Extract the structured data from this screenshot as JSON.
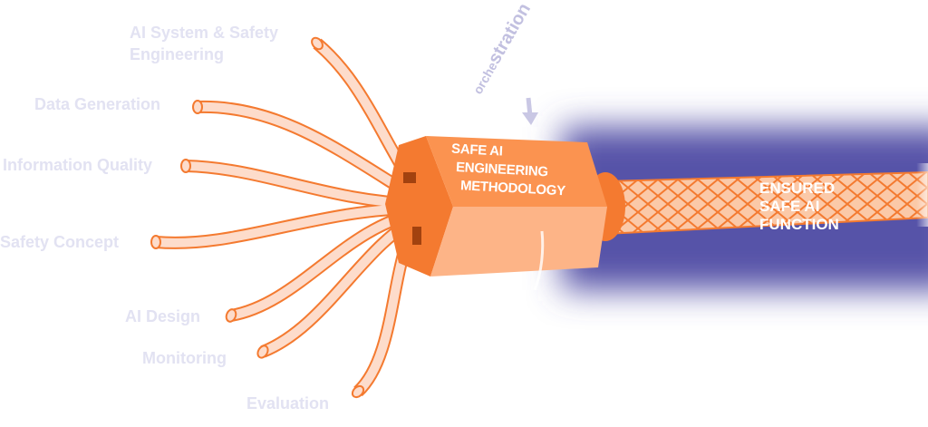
{
  "inputs": [
    {
      "label_line1": "AI System & Safety",
      "label_line2": "Engineering"
    },
    {
      "label": "Data Generation"
    },
    {
      "label": "Information Quality"
    },
    {
      "label": "Safety Concept"
    },
    {
      "label": "AI Design"
    },
    {
      "label": "Monitoring"
    },
    {
      "label": "Evaluation"
    }
  ],
  "methodology": {
    "line1": "SAFE AI",
    "line2": "ENGINEERING",
    "line3": "METHODOLOGY"
  },
  "orchestration": "orchestration",
  "output": {
    "line1": "ENSURED",
    "line2": "SAFE AI",
    "line3": "FUNCTION"
  },
  "colors": {
    "orange": "#f47a30",
    "strand_fill": "#fddccb",
    "blue": "#5652a8",
    "label": "#e2e2f2"
  }
}
